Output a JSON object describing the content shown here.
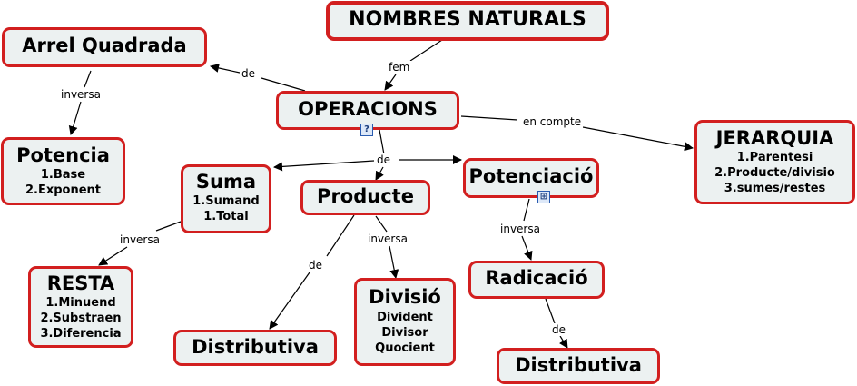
{
  "nodes": {
    "nombres": {
      "title": "NOMBRES NATURALS"
    },
    "arrel": {
      "title": "Arrel Quadrada"
    },
    "operacions": {
      "title": "OPERACIONS"
    },
    "potencia": {
      "title": "Potencia",
      "items": [
        "1.Base",
        "2.Exponent"
      ]
    },
    "jerarquia": {
      "title": "JERARQUIA",
      "items": [
        "1.Parentesi",
        "2.Producte/divisio",
        "3.sumes/restes"
      ]
    },
    "suma": {
      "title": "Suma",
      "items": [
        "1.Sumand",
        "1.Total"
      ]
    },
    "producte": {
      "title": "Producte"
    },
    "potenciacio": {
      "title": "Potenciació"
    },
    "resta": {
      "title": "RESTA",
      "items": [
        "1.Minuend",
        "2.Substraen",
        "3.Diferencia"
      ]
    },
    "divisio": {
      "title": "Divisió",
      "items": [
        "Divident",
        "Divisor",
        "Quocient"
      ]
    },
    "radicacio": {
      "title": "Radicació"
    },
    "distributiva1": {
      "title": "Distributiva"
    },
    "distributiva2": {
      "title": "Distributiva"
    }
  },
  "links": {
    "fem": "fem",
    "de_arrel": "de",
    "inversa_arrel": "inversa",
    "en_compte": "en compte",
    "de_main": "de",
    "inversa_suma": "inversa",
    "de_producte": "de",
    "inversa_producte": "inversa",
    "inversa_potenciacio": "inversa",
    "de_radicacio": "de"
  },
  "icons": {
    "note": "?",
    "submap": "⊞"
  },
  "colors": {
    "node_border": "#d21f1f",
    "node_fill": "#ecf1f1",
    "line": "#000000"
  }
}
